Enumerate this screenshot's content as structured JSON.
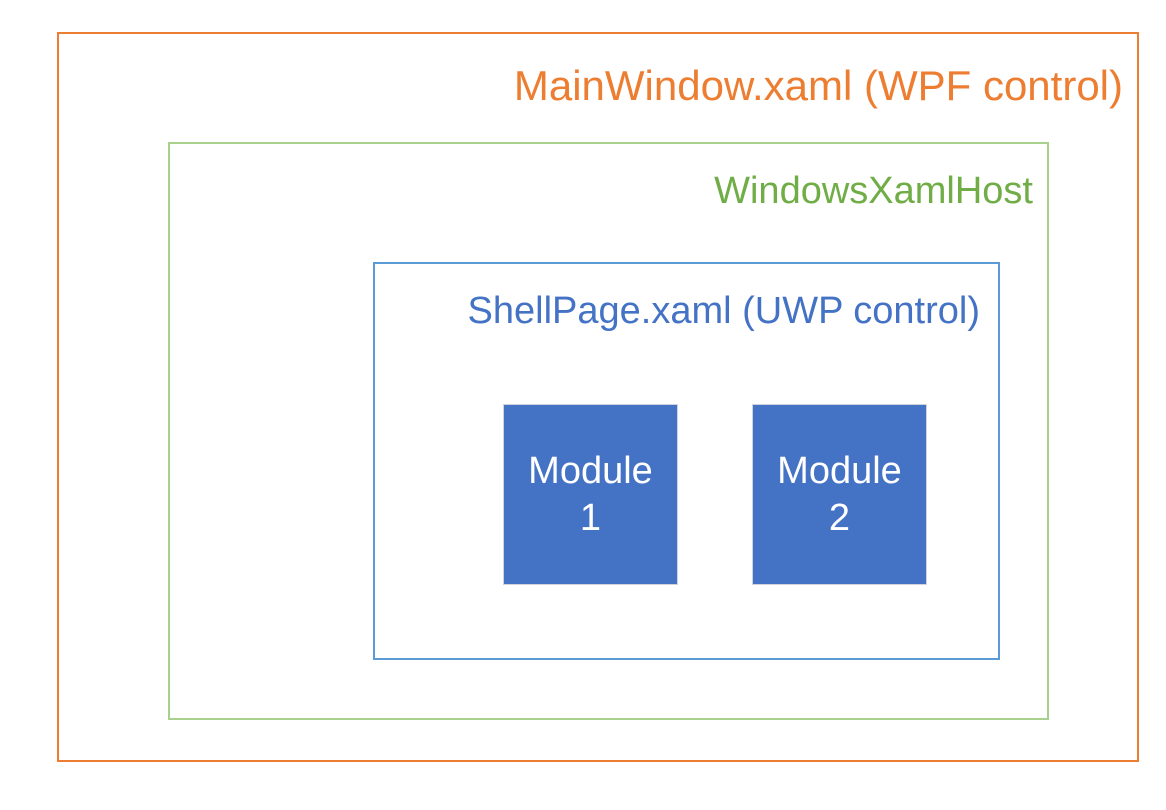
{
  "diagram": {
    "background_color": "#FFFFFF",
    "layers": [
      {
        "id": "wpf",
        "label": "MainWindow.xaml (WPF control)",
        "border_color": "#ED7D31",
        "text_color": "#ED7D31"
      },
      {
        "id": "xamlhost",
        "label": "WindowsXamlHost",
        "border_color": "#A9D18E",
        "text_color": "#70AD47"
      },
      {
        "id": "uwp",
        "label": "ShellPage.xaml (UWP control)",
        "border_color": "#5B9BD5",
        "text_color": "#4472C4"
      }
    ],
    "modules": [
      {
        "id": "module-1",
        "name_line_1": "Module",
        "name_line_2": "1",
        "fill_color": "#4472C4",
        "text_color": "#FFFFFF"
      },
      {
        "id": "module-2",
        "name_line_1": "Module",
        "name_line_2": "2",
        "fill_color": "#4472C4",
        "text_color": "#FFFFFF"
      }
    ]
  }
}
